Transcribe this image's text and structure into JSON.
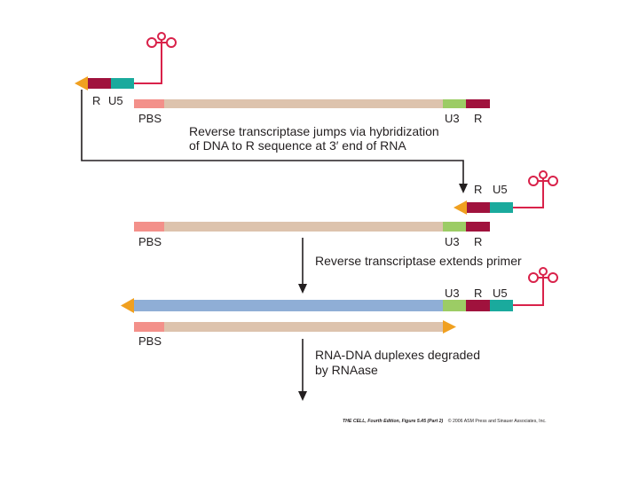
{
  "labels": {
    "r": "R",
    "u5": "U5",
    "u3": "U3",
    "pbs": "PBS"
  },
  "captions": {
    "step1_line1": "Reverse transcriptase jumps via hybridization",
    "step1_line2": "of DNA to R sequence at 3′ end of RNA",
    "step2": "Reverse transcriptase extends primer",
    "step3_line1": "RNA-DNA duplexes degraded",
    "step3_line2": "by RNAase"
  },
  "credit": {
    "book": "THE CELL, Fourth Edition, Figure 5.45 (Part 2)",
    "rights": "© 2006 ASM Press and Sinauer Associates, Inc."
  },
  "colors": {
    "rna": "#ddc3ad",
    "pbs": "#f3908a",
    "u3": "#9ccc65",
    "r": "#a0123d",
    "u5": "#1aaa9d",
    "dna": "#8faed6",
    "trna": "#d9224a",
    "arrowhead": "#f0a020",
    "line": "#231f20"
  }
}
